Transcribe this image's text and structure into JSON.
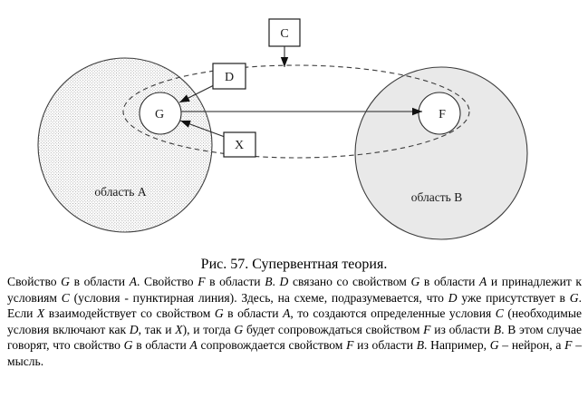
{
  "figure": {
    "caption": "Рис. 57. Супервентная теория.",
    "body_segments": [
      {
        "t": "Свойство "
      },
      {
        "t": "G",
        "i": true
      },
      {
        "t": " в области "
      },
      {
        "t": "A",
        "i": true
      },
      {
        "t": ". Свойство "
      },
      {
        "t": "F",
        "i": true
      },
      {
        "t": " в области "
      },
      {
        "t": "B",
        "i": true
      },
      {
        "t": ". "
      },
      {
        "t": "D",
        "i": true
      },
      {
        "t": " связано со свойством "
      },
      {
        "t": "G",
        "i": true
      },
      {
        "t": " в области "
      },
      {
        "t": "A",
        "i": true
      },
      {
        "t": " и принадлежит к условиям "
      },
      {
        "t": "C",
        "i": true
      },
      {
        "t": " (условия - пунктирная линия). Здесь, на схеме, подразумевается, что "
      },
      {
        "t": "D",
        "i": true
      },
      {
        "t": " уже присутствует в "
      },
      {
        "t": "G",
        "i": true
      },
      {
        "t": ". Если "
      },
      {
        "t": "X",
        "i": true
      },
      {
        "t": " взаимодействует со свойством "
      },
      {
        "t": "G",
        "i": true
      },
      {
        "t": " в области "
      },
      {
        "t": "A",
        "i": true
      },
      {
        "t": ", то создаются определенные условия "
      },
      {
        "t": "C",
        "i": true
      },
      {
        "t": " (необходимые условия включают как "
      },
      {
        "t": "D",
        "i": true
      },
      {
        "t": ", так и "
      },
      {
        "t": "X",
        "i": true
      },
      {
        "t": "), и тогда "
      },
      {
        "t": "G",
        "i": true
      },
      {
        "t": " будет сопровождаться свойством "
      },
      {
        "t": "F",
        "i": true
      },
      {
        "t": " из области "
      },
      {
        "t": "B",
        "i": true
      },
      {
        "t": ". В этом случае говорят, что свойство "
      },
      {
        "t": "G",
        "i": true
      },
      {
        "t": " в области "
      },
      {
        "t": "A",
        "i": true
      },
      {
        "t": " сопровождается свойством "
      },
      {
        "t": "F",
        "i": true
      },
      {
        "t": " из области "
      },
      {
        "t": "B",
        "i": true
      },
      {
        "t": ". Например, "
      },
      {
        "t": "G",
        "i": true
      },
      {
        "t": " – нейрон, а "
      },
      {
        "t": "F",
        "i": true
      },
      {
        "t": " – мысль."
      }
    ]
  },
  "diagram": {
    "region_a_label": "область A",
    "region_b_label": "область B",
    "node_g": "G",
    "node_f": "F",
    "box_c": "C",
    "box_d": "D",
    "box_x": "X",
    "colors": {
      "region_b_fill": "#e9e9e9",
      "stipple_dot": "#9a9a9a",
      "outline": "#3d3d3d",
      "arrow": "#1a1a1a"
    }
  }
}
